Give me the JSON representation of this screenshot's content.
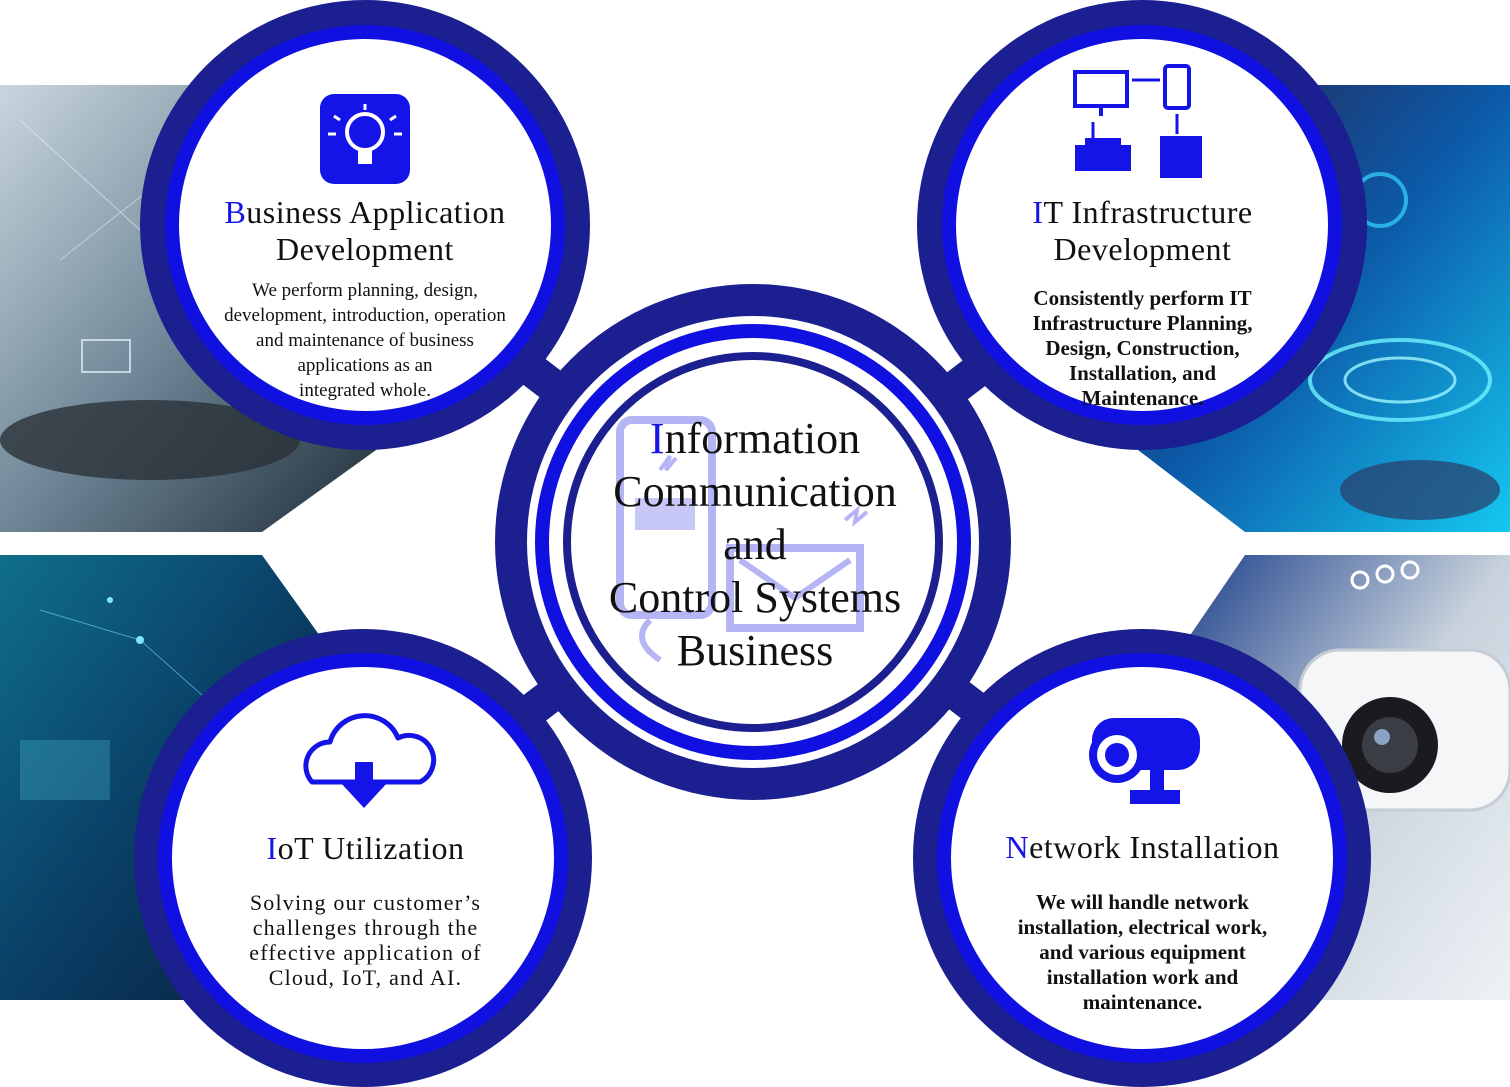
{
  "center": {
    "title_first_letter": "I",
    "title_lines": [
      "nformation",
      "Communication",
      "and",
      "Control Systems",
      "Business"
    ]
  },
  "panels": {
    "business_app": {
      "icon": "lightbulb-icon",
      "title_first_letter": "B",
      "title_line1_rest": "usiness Application",
      "title_line2": "Development",
      "description_lines": [
        "We perform planning, design,",
        "development, introduction, operation",
        "and maintenance of business",
        "applications as an",
        "integrated whole."
      ]
    },
    "it_infra": {
      "icon": "network-devices-icon",
      "title_first_letter": "I",
      "title_line1_rest": "T Infrastructure",
      "title_line2": "Development",
      "description_lines": [
        "Consistently perform IT",
        "Infrastructure Planning,",
        "Design, Construction,",
        "Installation, and",
        "Maintenance."
      ]
    },
    "iot": {
      "icon": "cloud-download-icon",
      "title_first_letter": "I",
      "title_rest": "oT Utilization",
      "description_lines": [
        "Solving our customer’s",
        "challenges through the",
        "effective application of",
        "Cloud, IoT, and AI."
      ]
    },
    "network": {
      "icon": "security-camera-icon",
      "title_first_letter": "N",
      "title_rest": "etwork Installation",
      "description_lines": [
        "We will handle network",
        "installation, electrical work,",
        "and various equipment",
        "installation work and",
        "maintenance."
      ]
    }
  },
  "colors": {
    "ring_dark": "#1b1f8f",
    "ring_bright": "#1010e0",
    "accent_letter": "#1515e6",
    "icon_blue": "#1414e8",
    "center_icon_faded": "#a9a9f5"
  }
}
